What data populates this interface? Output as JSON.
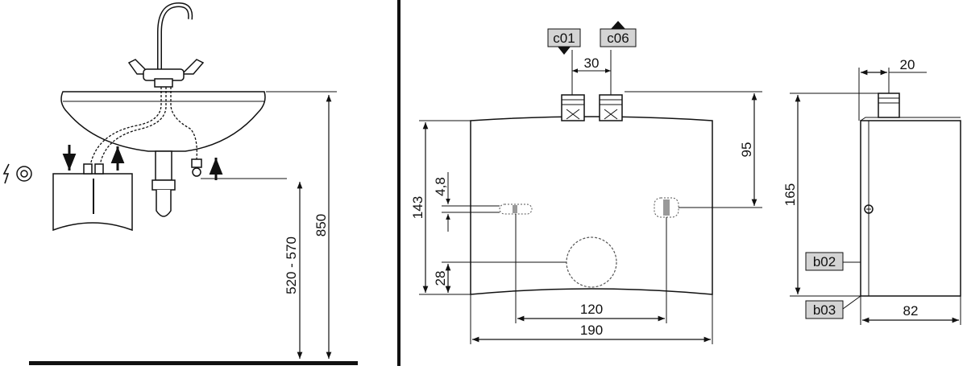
{
  "installation": {
    "dim_height_total": "850",
    "dim_height_range": "520 - 570"
  },
  "front_view": {
    "label_c01": "c01",
    "label_c06": "c06",
    "dim_spacing": "30",
    "dim_height": "143",
    "dim_offset_small": "4,8",
    "dim_bottom": "28",
    "dim_inner_width": "120",
    "dim_width": "190",
    "dim_top": "95"
  },
  "side_view": {
    "dim_offset": "20",
    "dim_height": "165",
    "label_b02": "b02",
    "label_b03": "b03",
    "dim_depth": "82"
  },
  "colors": {
    "line": "#111111",
    "tag_fill": "#d4d4d4",
    "dotted": "#555555"
  }
}
